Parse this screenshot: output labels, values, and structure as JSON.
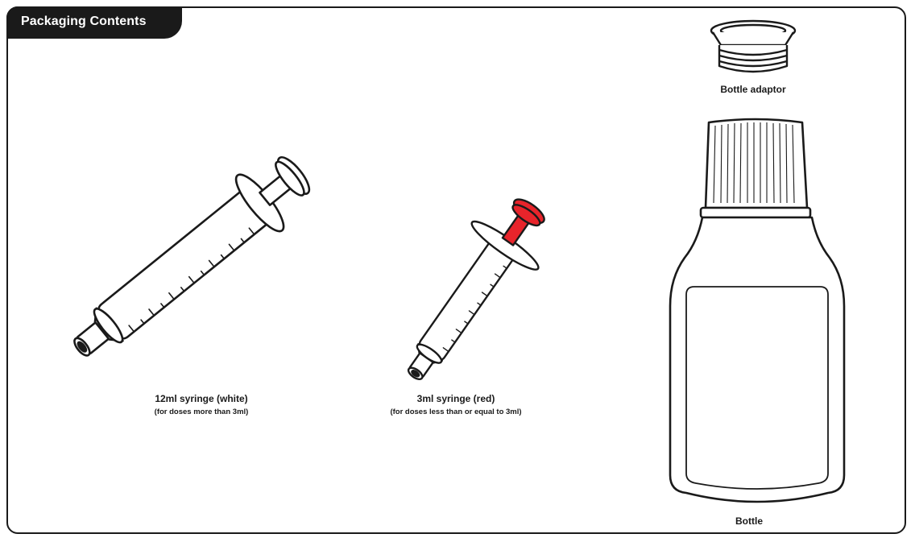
{
  "header": {
    "title": "Packaging Contents"
  },
  "items": {
    "syringe_12ml": {
      "label": "12ml syringe (white)",
      "note": "(for doses more than 3ml)",
      "color": "#ffffff"
    },
    "syringe_3ml": {
      "label": "3ml syringe (red)",
      "note": "(for doses less than or equal to 3ml)",
      "color": "#e8242b"
    },
    "bottle_adaptor": {
      "label": "Bottle adaptor"
    },
    "bottle": {
      "label": "Bottle"
    }
  },
  "colors": {
    "outline": "#1a1a1a",
    "accent_red": "#e8242b",
    "background": "#ffffff"
  }
}
